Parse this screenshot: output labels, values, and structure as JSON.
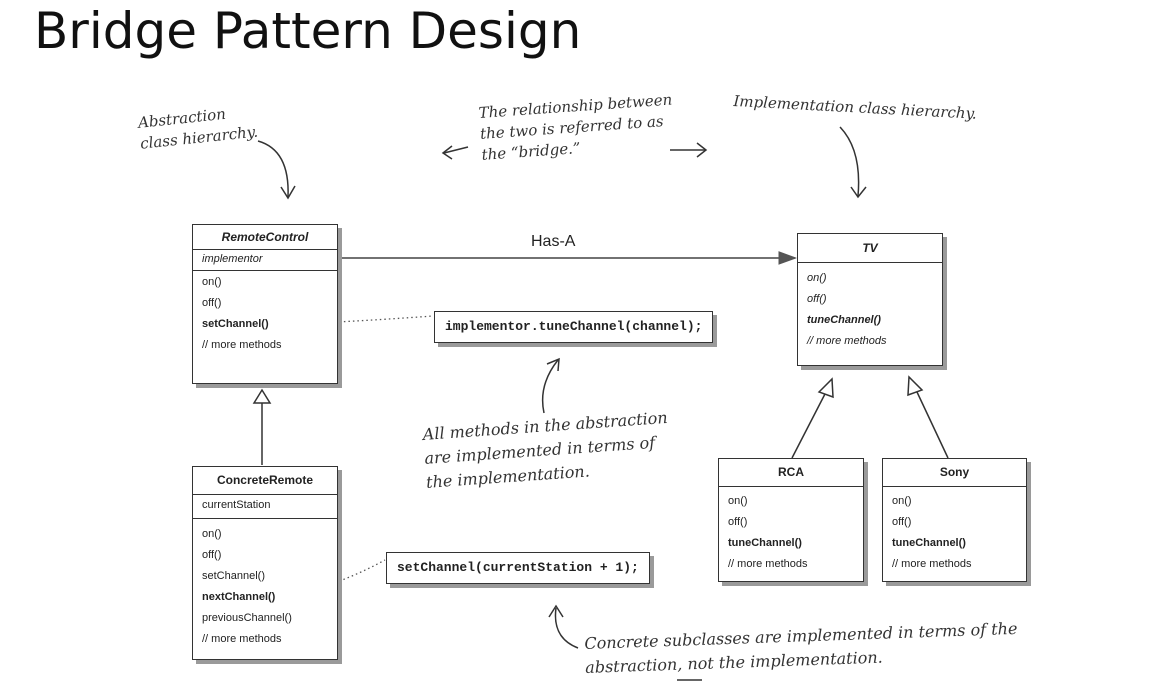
{
  "slide": {
    "title": "Bridge Pattern Design"
  },
  "notes": {
    "abstraction": [
      "Abstraction",
      "class hierarchy."
    ],
    "bridge": [
      "The relationship between",
      "the two is referred to as",
      "the “bridge.”"
    ],
    "implementation": [
      "Implementation class hierarchy."
    ],
    "all_methods": [
      "All methods in the abstraction",
      "are implemented in terms of",
      "the implementation."
    ],
    "concrete": [
      "Concrete subclasses are implemented in terms of the",
      "abstraction,",
      "not",
      "the implementation."
    ]
  },
  "relationship_label": "Has-A",
  "classes": {
    "remote_control": {
      "name": "RemoteControl",
      "fields": [
        "implementor"
      ],
      "methods": [
        "on()",
        "off()",
        "setChannel()",
        "// more methods"
      ]
    },
    "concrete_remote": {
      "name": "ConcreteRemote",
      "fields": [
        "currentStation"
      ],
      "methods": [
        "on()",
        "off()",
        "setChannel()",
        "nextChannel()",
        "previousChannel()",
        "// more methods"
      ]
    },
    "tv": {
      "name": "TV",
      "methods": [
        "on()",
        "off()",
        "tuneChannel()",
        "// more methods"
      ]
    },
    "rca": {
      "name": "RCA",
      "methods": [
        "on()",
        "off()",
        "tuneChannel()",
        "// more methods"
      ]
    },
    "sony": {
      "name": "Sony",
      "methods": [
        "on()",
        "off()",
        "tuneChannel()",
        "// more methods"
      ]
    }
  },
  "code": {
    "set_channel_impl": "implementor.tuneChannel(channel);",
    "next_channel_impl": "setChannel(currentStation + 1);"
  }
}
